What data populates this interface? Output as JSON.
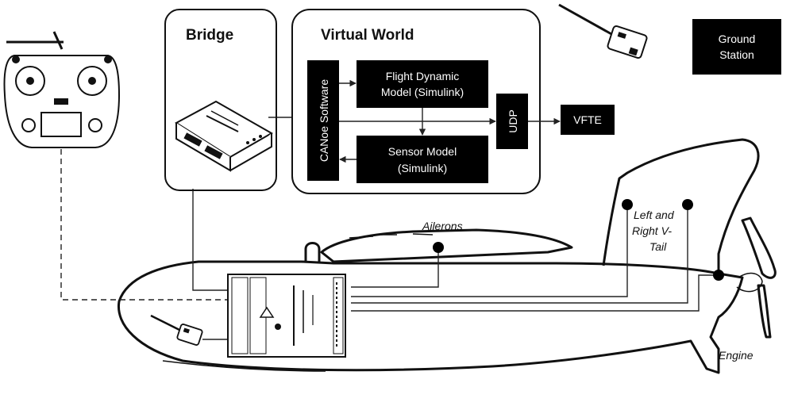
{
  "groups": {
    "bridge": {
      "title": "Bridge"
    },
    "virtual_world": {
      "title": "Virtual World"
    }
  },
  "blocks": {
    "canoe": "CANoe Software",
    "flight_dynamic": [
      "Flight Dynamic",
      "Model (Simulink)"
    ],
    "sensor_model": [
      "Sensor Model",
      "(Simulink)"
    ],
    "udp": "UDP",
    "vfte": "VFTE",
    "ground_station": [
      "Ground",
      "Station"
    ]
  },
  "labels": {
    "ailerons": "Ailerons",
    "vtail": [
      "Left and",
      "Right V-",
      "Tail"
    ],
    "engine": "Engine"
  },
  "icons": {
    "rc_transmitter": "rc-transmitter-icon",
    "telemetry_radio": "telemetry-radio-icon",
    "can_interface": "can-interface-icon",
    "flight_controller": "flight-controller-icon",
    "servo_connector": "servo-connector-icon"
  }
}
